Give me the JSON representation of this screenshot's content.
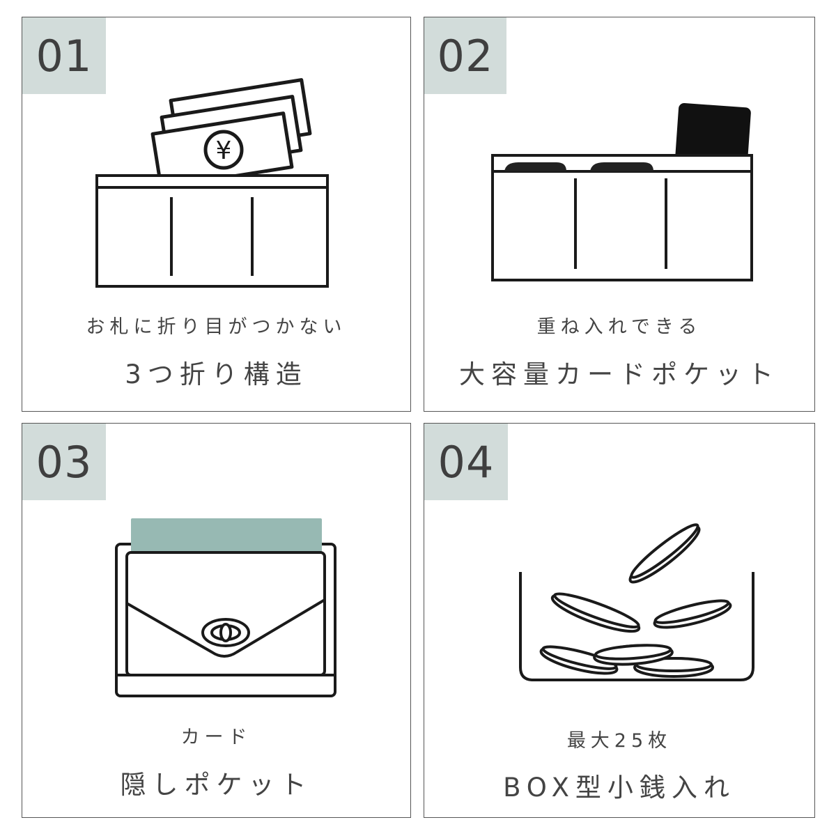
{
  "features": [
    {
      "number": "01",
      "subtitle": "お札に折り目がつかない",
      "title": "3つ折り構造",
      "icon": "bills-in-wallet-icon"
    },
    {
      "number": "02",
      "subtitle": "重ね入れできる",
      "title": "大容量カードポケット",
      "icon": "card-pocket-icon"
    },
    {
      "number": "03",
      "subtitle": "カード",
      "title": "隠しポケット",
      "icon": "hidden-card-pocket-icon"
    },
    {
      "number": "04",
      "subtitle": "最大25枚",
      "title": "BOX型小銭入れ",
      "icon": "coin-box-icon"
    }
  ],
  "colors": {
    "badge": "#d2dcda",
    "card_accent": "#97b9b3",
    "text": "#444444",
    "line": "#1a1a1a"
  }
}
